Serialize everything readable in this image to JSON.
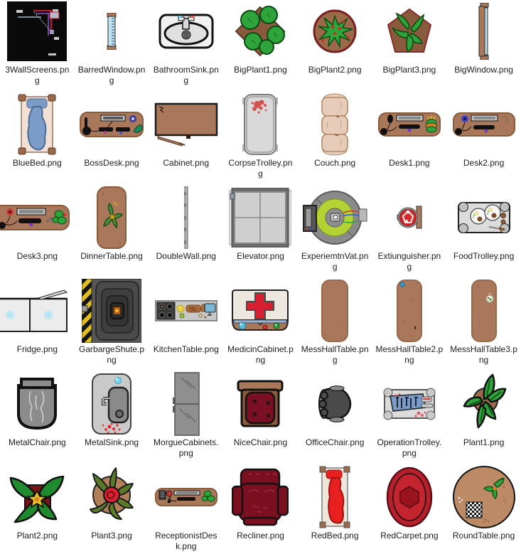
{
  "window": {
    "kind": "file-explorer-icon-grid",
    "background_color": "#ffffff",
    "label_text_color": "#1d1d1d",
    "columns": 7,
    "rows_visible": 6,
    "file_count": 42
  },
  "files": [
    {
      "name": "3WallScreens.png",
      "icon": "wall-screens-thumbnail"
    },
    {
      "name": "BarredWindow.png",
      "icon": "barred-window-thumbnail"
    },
    {
      "name": "BathroomSink.png",
      "icon": "bathroom-sink-thumbnail"
    },
    {
      "name": "BigPlant1.png",
      "icon": "big-plant-1-thumbnail"
    },
    {
      "name": "BigPlant2.png",
      "icon": "big-plant-2-thumbnail"
    },
    {
      "name": "BigPlant3.png",
      "icon": "big-plant-3-thumbnail"
    },
    {
      "name": "BigWindow.png",
      "icon": "big-window-thumbnail"
    },
    {
      "name": "BlueBed.png",
      "icon": "blue-bed-thumbnail"
    },
    {
      "name": "BossDesk.png",
      "icon": "boss-desk-thumbnail"
    },
    {
      "name": "Cabinet.png",
      "icon": "cabinet-thumbnail"
    },
    {
      "name": "CorpseTrolley.png",
      "icon": "corpse-trolley-thumbnail"
    },
    {
      "name": "Couch.png",
      "icon": "couch-thumbnail"
    },
    {
      "name": "Desk1.png",
      "icon": "desk-1-thumbnail"
    },
    {
      "name": "Desk2.png",
      "icon": "desk-2-thumbnail"
    },
    {
      "name": "Desk3.png",
      "icon": "desk-3-thumbnail"
    },
    {
      "name": "DinnerTable.png",
      "icon": "dinner-table-thumbnail"
    },
    {
      "name": "DoubleWall.png",
      "icon": "double-wall-thumbnail"
    },
    {
      "name": "Elevator.png",
      "icon": "elevator-thumbnail"
    },
    {
      "name": "ExperiemtnVat.png",
      "icon": "experiment-vat-thumbnail"
    },
    {
      "name": "Extiunguisher.png",
      "icon": "extinguisher-thumbnail"
    },
    {
      "name": "FoodTrolley.png",
      "icon": "food-trolley-thumbnail"
    },
    {
      "name": "Fridge.png",
      "icon": "fridge-thumbnail"
    },
    {
      "name": "GarbargeShute.png",
      "icon": "garbage-chute-thumbnail"
    },
    {
      "name": "KitchenTable.png",
      "icon": "kitchen-table-thumbnail"
    },
    {
      "name": "MedicinCabinet.png",
      "icon": "medicine-cabinet-thumbnail"
    },
    {
      "name": "MessHallTable.png",
      "icon": "mess-hall-table-thumbnail"
    },
    {
      "name": "MessHallTable2.png",
      "icon": "mess-hall-table-2-thumbnail"
    },
    {
      "name": "MessHallTable3.png",
      "icon": "mess-hall-table-3-thumbnail"
    },
    {
      "name": "MetalChair.png",
      "icon": "metal-chair-thumbnail"
    },
    {
      "name": "MetalSink.png",
      "icon": "metal-sink-thumbnail"
    },
    {
      "name": "MorgueCabinets.png",
      "icon": "morgue-cabinets-thumbnail"
    },
    {
      "name": "NiceChair.png",
      "icon": "nice-chair-thumbnail"
    },
    {
      "name": "OfficeChair.png",
      "icon": "office-chair-thumbnail"
    },
    {
      "name": "OperationTrolley.png",
      "icon": "operation-trolley-thumbnail"
    },
    {
      "name": "Plant1.png",
      "icon": "plant-1-thumbnail"
    },
    {
      "name": "Plant2.png",
      "icon": "plant-2-thumbnail"
    },
    {
      "name": "Plant3.png",
      "icon": "plant-3-thumbnail"
    },
    {
      "name": "ReceptionistDesk.png",
      "icon": "receptionist-desk-thumbnail"
    },
    {
      "name": "Recliner.png",
      "icon": "recliner-thumbnail"
    },
    {
      "name": "RedBed.png",
      "icon": "red-bed-thumbnail"
    },
    {
      "name": "RedCarpet.png",
      "icon": "red-carpet-thumbnail"
    },
    {
      "name": "RoundTable.png",
      "icon": "round-table-thumbnail"
    }
  ],
  "palette": {
    "wood_brown": "#a9775a",
    "dark_wood": "#8a5a3c",
    "pot_brown": "#9a6a4a",
    "leaf_green": "#2ea43a",
    "dark_green": "#4a7a2a",
    "metal_gray": "#c9c9c9",
    "dark_gray": "#4a4a4a",
    "blood_red": "#d43a2a",
    "blanket_blue": "#7a9cc6",
    "blanket_red": "#e82020",
    "cushion_darkred": "#7a1022",
    "vat_green": "#b3d334",
    "hazard_yellow": "#e0be1e",
    "glass_blue": "#bfe3f2",
    "couch_tan": "#e7cdb9"
  }
}
